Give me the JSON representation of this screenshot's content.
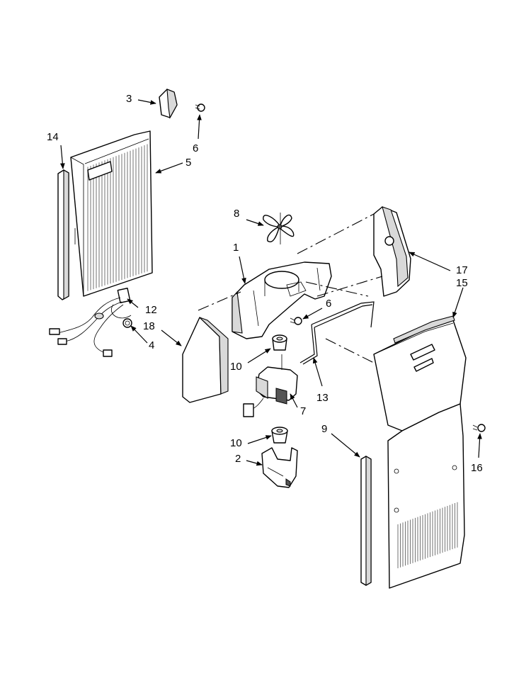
{
  "callouts": {
    "c1": "1",
    "c2": "2",
    "c3": "3",
    "c4": "4",
    "c5": "5",
    "c6a": "6",
    "c6b": "6",
    "c7": "7",
    "c8": "8",
    "c9": "9",
    "c10a": "10",
    "c10b": "10",
    "c12": "12",
    "c13": "13",
    "c14": "14",
    "c15": "15",
    "c16": "16",
    "c17": "17",
    "c18": "18"
  },
  "colors": {
    "line": "#000000",
    "fill": "#ffffff",
    "shade": "#d9d9d9"
  }
}
